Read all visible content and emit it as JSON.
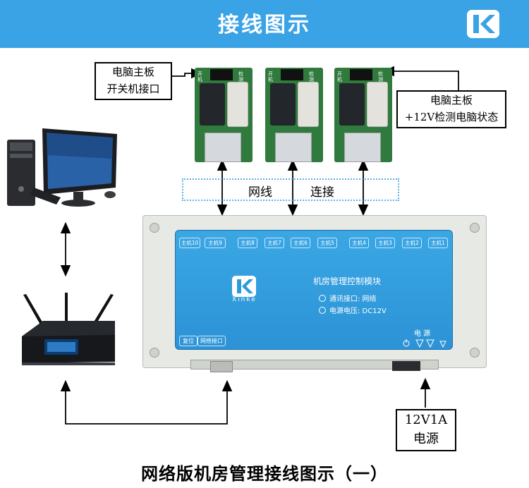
{
  "header": {
    "title": "接线图示",
    "logo_icon": "xinke-k-logo-icon",
    "bg_color": "#3aa3e6"
  },
  "callouts": {
    "left": {
      "line1": "电脑主板",
      "line2": "开关机接口"
    },
    "right": {
      "line1": "电脑主板",
      "line2": "+12V检测电脑状态"
    },
    "power": {
      "line1": "12V1A",
      "line2": "电源"
    }
  },
  "network": {
    "label_left": "网线",
    "label_right": "连接"
  },
  "relay_boards": [
    {
      "silk1": "开",
      "silk2": "机",
      "silk3": "检",
      "silk4": "测"
    },
    {
      "silk1": "开",
      "silk2": "机",
      "silk3": "检",
      "silk4": "测"
    },
    {
      "silk1": "开",
      "silk2": "机",
      "silk3": "检",
      "silk4": "测"
    }
  ],
  "controller": {
    "host_labels": [
      "主机10",
      "主机9",
      "主机8",
      "主机7",
      "主机6",
      "主机5",
      "主机4",
      "主机3",
      "主机2",
      "主机1"
    ],
    "brand": "Xinke",
    "title": "机房管理控制模块",
    "line1": "通讯接口: 网络",
    "line2": "电源电压: DC12V",
    "power_label": "电 源",
    "reset_label": "复位",
    "net_port_label": "网络接口",
    "panel_color": "#2f9ad9"
  },
  "caption": "网络版机房管理接线图示（一）"
}
